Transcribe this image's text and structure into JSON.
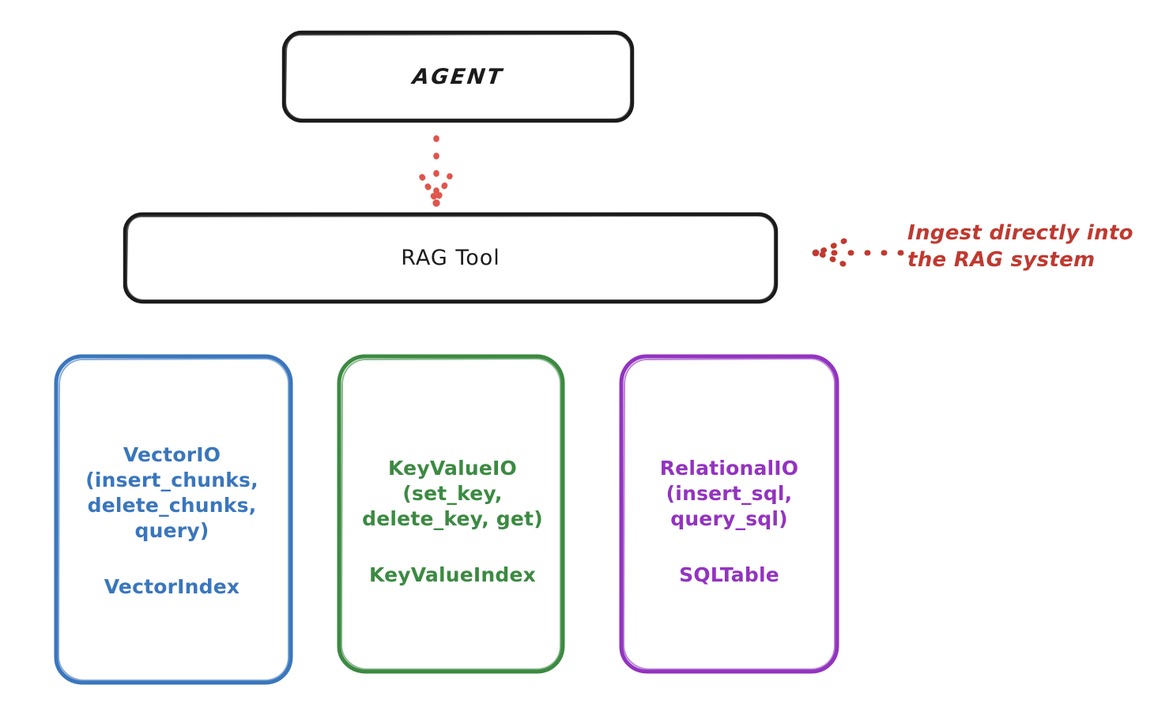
{
  "diagram": {
    "title_node": "AGENT",
    "background": "#ffffff",
    "nodes": {
      "agent": {
        "label": "AGENT",
        "stroke": "#1b1b1b",
        "shape": "rounded-rect"
      },
      "rag_tool": {
        "label": "RAG Tool",
        "stroke": "#1b1b1b",
        "shape": "rounded-rect"
      },
      "vector": {
        "api": "VectorIO\n(insert_chunks,\ndelete_chunks,\nquery)",
        "index": "VectorIndex",
        "stroke": "#3a76bd"
      },
      "keyvalue": {
        "api": "KeyValueIO\n(set_key,\ndelete_key, get)",
        "index": "KeyValueIndex",
        "stroke": "#3c8a42"
      },
      "relational": {
        "api": "RelationalIO\n(insert_sql,\nquery_sql)",
        "index": "SQLTable",
        "stroke": "#9333c0"
      }
    },
    "annotations": {
      "ingest_note": "Ingest directly into\nthe RAG system",
      "ingest_note_color": "#c0392f"
    },
    "connectors": {
      "agent_to_rag": {
        "style": "dotted-arrow-down",
        "color": "#e0544b"
      },
      "note_to_rag": {
        "style": "dotted-arrow-left",
        "color": "#c0392f"
      }
    }
  }
}
